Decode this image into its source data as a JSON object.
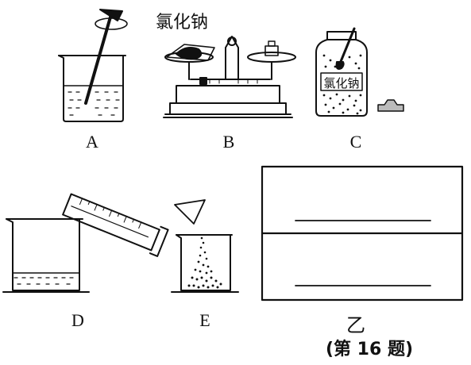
{
  "labels": {
    "A": "A",
    "B": "B",
    "C": "C",
    "D": "D",
    "E": "E",
    "yi": "乙"
  },
  "texts": {
    "balance_tag": "氯化钠",
    "jar_tag": "氯化钠"
  },
  "caption": "(第 16 题)"
}
